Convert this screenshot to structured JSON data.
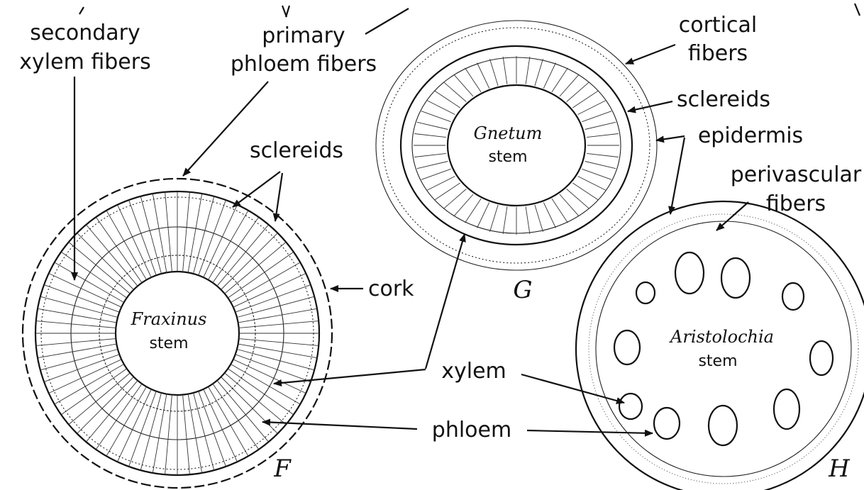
{
  "labels": {
    "secondary_xylem_1": "secondary",
    "secondary_xylem_2": "xylem fibers",
    "primary_phloem_1": "primary",
    "primary_phloem_2": "phloem fibers",
    "sclereids_f": "sclereids",
    "cork": "cork",
    "xylem": "xylem",
    "phloem": "phloem",
    "cortical_1": "cortical",
    "cortical_2": "fibers",
    "sclereids_g": "sclereids",
    "epidermis": "epidermis",
    "perivascular_1": "perivascular",
    "perivascular_2": "fibers"
  },
  "stems": {
    "fraxinus_name": "Fraxinus",
    "fraxinus_word": "stem",
    "gnetum_name": "Gnetum",
    "gnetum_word": "stem",
    "aristolochia_name": "Aristolochia",
    "aristolochia_word": "stem"
  },
  "panel_letters": {
    "f": "F",
    "g": "G",
    "h": "H"
  }
}
